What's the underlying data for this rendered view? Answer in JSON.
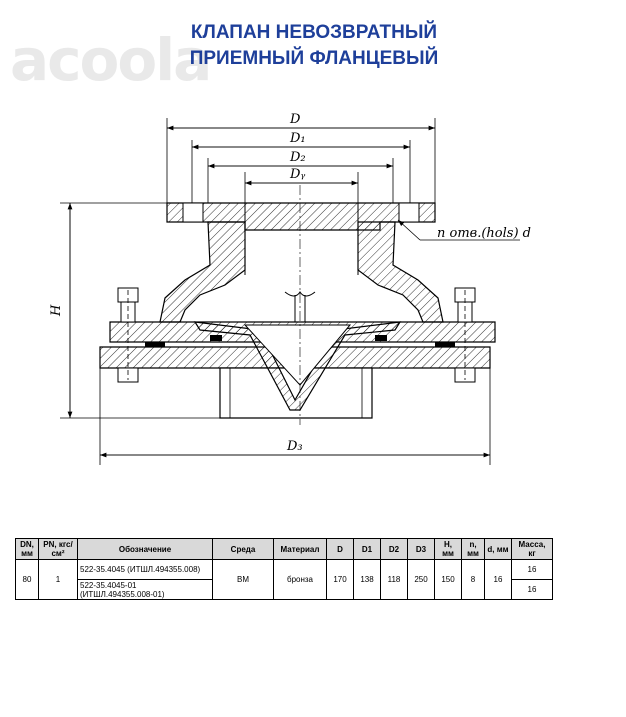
{
  "watermark": "acoola",
  "title": {
    "line1": "КЛАПАН НЕВОЗВРАТНЫЙ",
    "line2": "ПРИЕМНЫЙ ФЛАНЦЕВЫЙ"
  },
  "drawing": {
    "label_D": "D",
    "label_D1": "D₁",
    "label_D2": "D₂",
    "label_Dy": "Dᵧ",
    "label_D3": "D₃",
    "label_H": "H",
    "label_holes": "n отв.(hols) d"
  },
  "table": {
    "headers": [
      "DN, мм",
      "PN, кгс/см²",
      "Обозначение",
      "Среда",
      "Материал",
      "D",
      "D1",
      "D2",
      "D3",
      "H, мм",
      "n, мм",
      "d, мм",
      "Масса, кг"
    ],
    "row": {
      "dn": "80",
      "pn": "1",
      "designation_1": "522-35.4045 (ИТШЛ.494355.008)",
      "designation_2": "522-35.4045-01 (ИТШЛ.494355.008-01)",
      "medium": "ВМ",
      "material": "бронза",
      "d": "170",
      "d1": "138",
      "d2": "118",
      "d3": "250",
      "h": "150",
      "n": "8",
      "dd": "16",
      "mass_1": "16",
      "mass_2": "16"
    }
  }
}
